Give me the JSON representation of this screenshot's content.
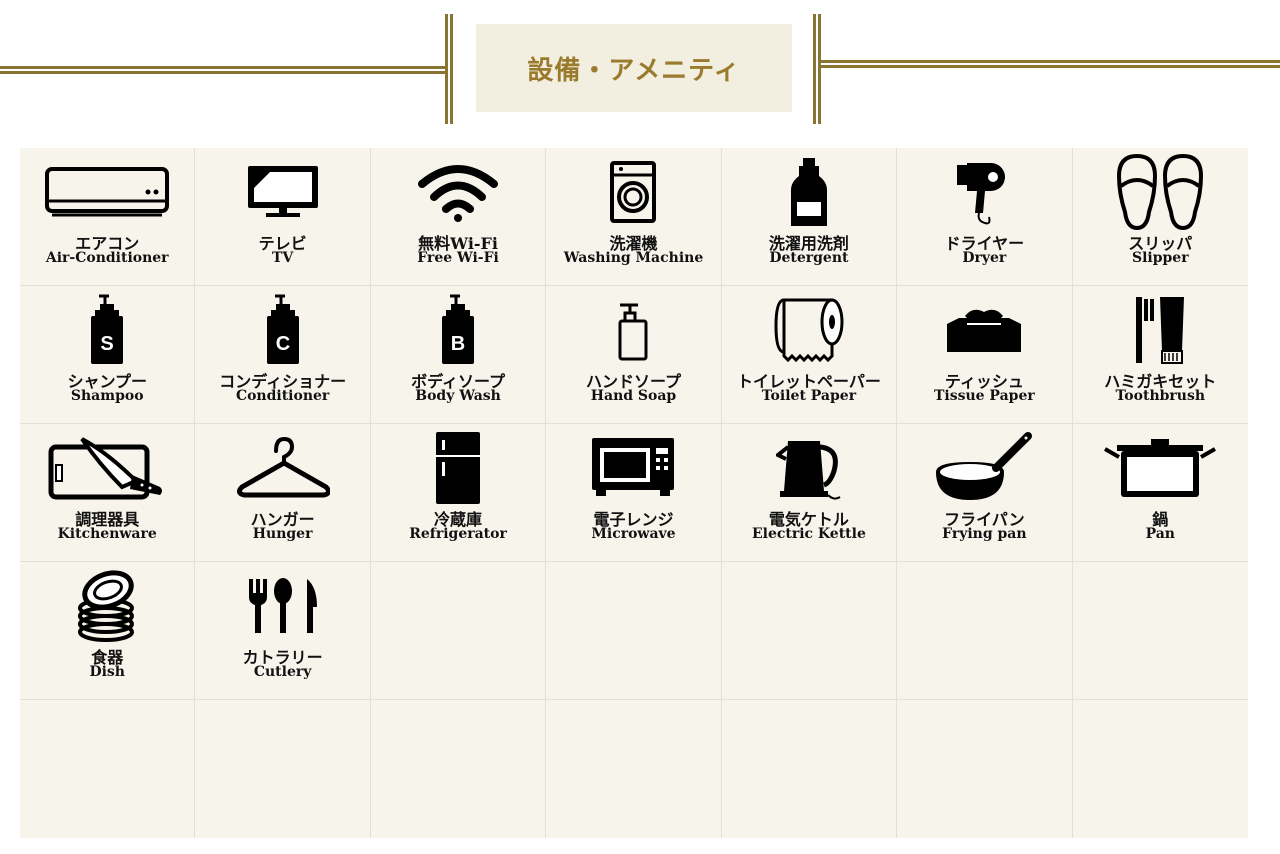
{
  "header": {
    "title": "設備・アメニティ"
  },
  "colors": {
    "gold": "#8a7432",
    "title_text": "#9a7a2c",
    "panel": "#f6f4eb",
    "title_bg": "#f2efe1"
  },
  "amenities": [
    {
      "ja": "エアコン",
      "en": "Air-Conditioner",
      "icon": "air-conditioner-icon"
    },
    {
      "ja": "テレビ",
      "en": "TV",
      "icon": "tv-icon"
    },
    {
      "ja": "無料Wi-Fi",
      "en": "Free Wi-Fi",
      "icon": "wifi-icon"
    },
    {
      "ja": "洗濯機",
      "en": "Washing Machine",
      "icon": "washing-machine-icon"
    },
    {
      "ja": "洗濯用洗剤",
      "en": "Detergent",
      "icon": "detergent-icon"
    },
    {
      "ja": "ドライヤー",
      "en": "Dryer",
      "icon": "hair-dryer-icon"
    },
    {
      "ja": "スリッパ",
      "en": "Slipper",
      "icon": "slippers-icon"
    },
    {
      "ja": "シャンプー",
      "en": "Shampoo",
      "icon": "shampoo-bottle-icon",
      "letter": "S"
    },
    {
      "ja": "コンディショナー",
      "en": "Conditioner",
      "icon": "conditioner-bottle-icon",
      "letter": "C"
    },
    {
      "ja": "ボディソープ",
      "en": "Body Wash",
      "icon": "body-wash-bottle-icon",
      "letter": "B"
    },
    {
      "ja": "ハンドソープ",
      "en": "Hand Soap",
      "icon": "hand-soap-icon"
    },
    {
      "ja": "トイレットペーパー",
      "en": "Toilet Paper",
      "icon": "toilet-paper-icon"
    },
    {
      "ja": "ティッシュ",
      "en": "Tissue Paper",
      "icon": "tissue-box-icon"
    },
    {
      "ja": "ハミガキセット",
      "en": "Toothbrush",
      "icon": "toothbrush-icon"
    },
    {
      "ja": "調理器具",
      "en": "Kitchenware",
      "icon": "knife-board-icon"
    },
    {
      "ja": "ハンガー",
      "en": "Hunger",
      "icon": "hanger-icon"
    },
    {
      "ja": "冷蔵庫",
      "en": "Refrigerator",
      "icon": "refrigerator-icon"
    },
    {
      "ja": "電子レンジ",
      "en": "Microwave",
      "icon": "microwave-icon"
    },
    {
      "ja": "電気ケトル",
      "en": "Electric Kettle",
      "icon": "kettle-icon"
    },
    {
      "ja": "フライパン",
      "en": "Frying pan",
      "icon": "frying-pan-icon"
    },
    {
      "ja": "鍋",
      "en": "Pan",
      "icon": "pot-icon"
    },
    {
      "ja": "食器",
      "en": "Dish",
      "icon": "dishes-icon"
    },
    {
      "ja": "カトラリー",
      "en": "Cutlery",
      "icon": "cutlery-icon"
    }
  ]
}
